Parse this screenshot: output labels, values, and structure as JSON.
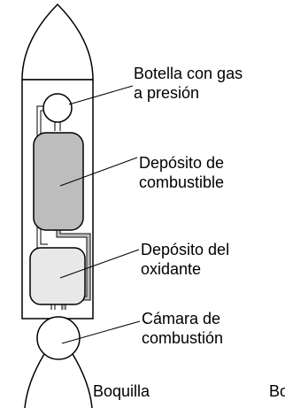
{
  "labels": {
    "bottle": [
      "Botella con gas",
      "a presión"
    ],
    "fuel_tank": [
      "Depósito de",
      "combustible"
    ],
    "oxidizer_tank": [
      "Depósito del",
      "oxidante"
    ],
    "chamber": [
      "Cámara de",
      "combustión"
    ],
    "nozzle": "Boquilla",
    "cut_off": "Bo"
  },
  "colors": {
    "outline": "#000000",
    "fuel_fill": "#bdbdbd",
    "oxidizer_fill": "#e8e8e8",
    "body_fill": "#ffffff",
    "pipe_fill": "#bdbdbd"
  }
}
